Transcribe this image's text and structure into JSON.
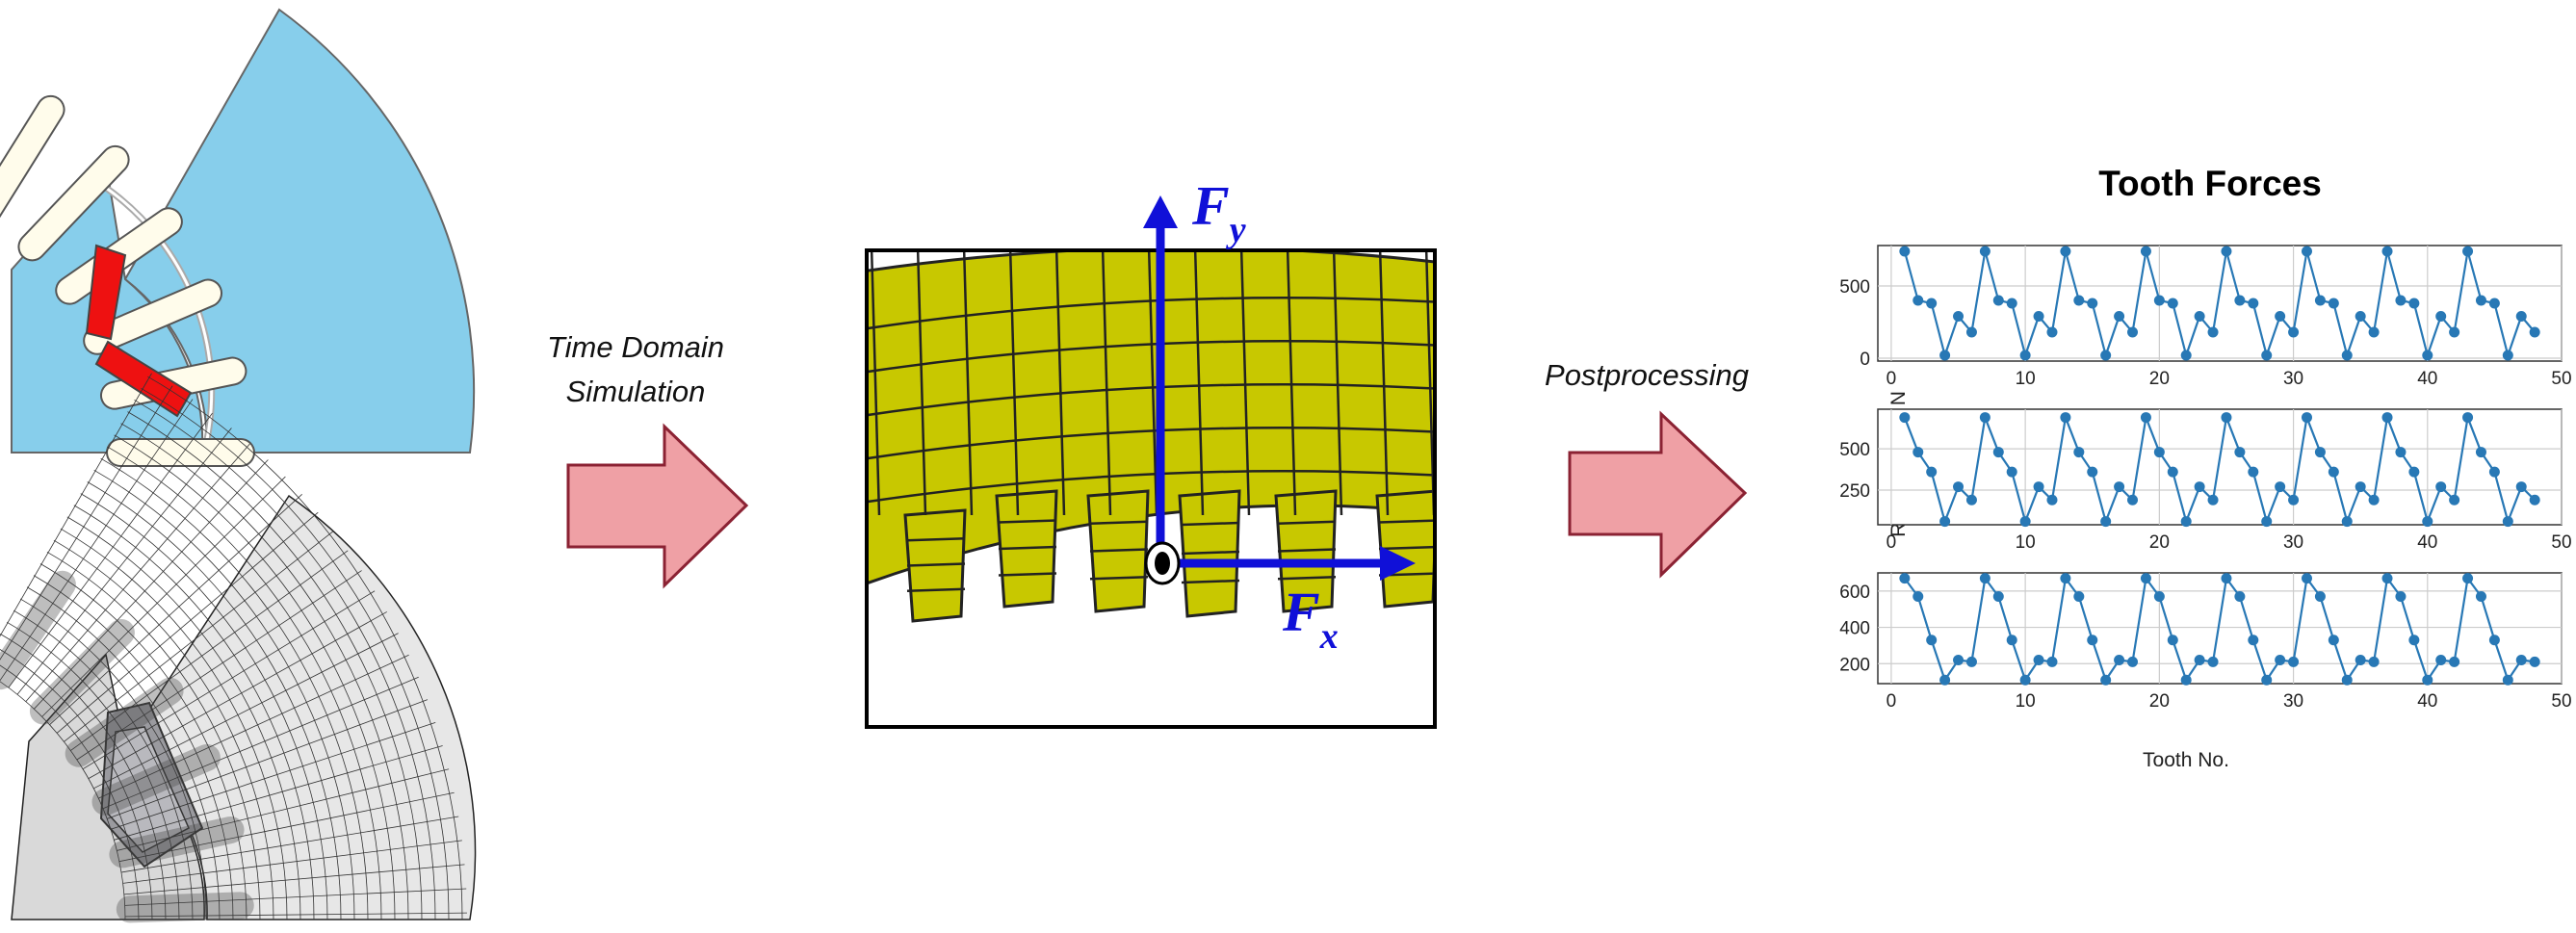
{
  "labels": {
    "time_domain": "Time Domain",
    "simulation": "Simulation",
    "postprocessing": "Postprocessing"
  },
  "force_vectors": {
    "fy_main": "F",
    "fy_sub": "y",
    "fx_main": "F",
    "fx_sub": "x"
  },
  "colors": {
    "motor_fill": "#87CEEB",
    "slot_fill": "#FFFCEB",
    "magnet_fill": "#EE1111",
    "mesh_fill": "#C8C800",
    "arrow_fill": "#EFA0A5",
    "arrow_stroke": "#8B2233",
    "force_blue": "#1010D8",
    "series_color": "#2878B5"
  },
  "chart_data": [
    {
      "type": "line",
      "title": "Tooth Forces",
      "xlabel": "Tooth No.",
      "ylabel": "Radial Force / N",
      "xlim": [
        -1,
        50
      ],
      "ylim": [
        -20,
        780
      ],
      "xticks": [
        0,
        10,
        20,
        30,
        40,
        50
      ],
      "yticks": [
        0,
        500
      ],
      "grid": true,
      "x": [
        1,
        2,
        3,
        4,
        5,
        6,
        7,
        8,
        9,
        10,
        11,
        12,
        13,
        14,
        15,
        16,
        17,
        18,
        19,
        20,
        21,
        22,
        23,
        24,
        25,
        26,
        27,
        28,
        29,
        30,
        31,
        32,
        33,
        34,
        35,
        36,
        37,
        38,
        39,
        40,
        41,
        42,
        43,
        44,
        45,
        46,
        47,
        48
      ],
      "y": [
        740,
        400,
        380,
        20,
        290,
        180,
        740,
        400,
        380,
        20,
        290,
        180,
        740,
        400,
        380,
        20,
        290,
        180,
        740,
        400,
        380,
        20,
        290,
        180,
        740,
        400,
        380,
        20,
        290,
        180,
        740,
        400,
        380,
        20,
        290,
        180,
        740,
        400,
        380,
        20,
        290,
        180,
        740,
        400,
        380,
        20,
        290,
        180
      ]
    },
    {
      "type": "line",
      "title": "",
      "xlabel": "",
      "ylabel": "",
      "xlim": [
        -1,
        50
      ],
      "ylim": [
        40,
        740
      ],
      "xticks": [
        0,
        10,
        20,
        30,
        40,
        50
      ],
      "yticks": [
        250,
        500
      ],
      "grid": true,
      "x": [
        1,
        2,
        3,
        4,
        5,
        6,
        7,
        8,
        9,
        10,
        11,
        12,
        13,
        14,
        15,
        16,
        17,
        18,
        19,
        20,
        21,
        22,
        23,
        24,
        25,
        26,
        27,
        28,
        29,
        30,
        31,
        32,
        33,
        34,
        35,
        36,
        37,
        38,
        39,
        40,
        41,
        42,
        43,
        44,
        45,
        46,
        47,
        48
      ],
      "y": [
        690,
        480,
        360,
        60,
        270,
        190,
        690,
        480,
        360,
        60,
        270,
        190,
        690,
        480,
        360,
        60,
        270,
        190,
        690,
        480,
        360,
        60,
        270,
        190,
        690,
        480,
        360,
        60,
        270,
        190,
        690,
        480,
        360,
        60,
        270,
        190,
        690,
        480,
        360,
        60,
        270,
        190,
        690,
        480,
        360,
        60,
        270,
        190
      ]
    },
    {
      "type": "line",
      "title": "",
      "xlabel": "",
      "ylabel": "",
      "xlim": [
        -1,
        50
      ],
      "ylim": [
        90,
        700
      ],
      "xticks": [
        0,
        10,
        20,
        30,
        40,
        50
      ],
      "yticks": [
        200,
        400,
        600
      ],
      "grid": true,
      "x": [
        1,
        2,
        3,
        4,
        5,
        6,
        7,
        8,
        9,
        10,
        11,
        12,
        13,
        14,
        15,
        16,
        17,
        18,
        19,
        20,
        21,
        22,
        23,
        24,
        25,
        26,
        27,
        28,
        29,
        30,
        31,
        32,
        33,
        34,
        35,
        36,
        37,
        38,
        39,
        40,
        41,
        42,
        43,
        44,
        45,
        46,
        47,
        48
      ],
      "y": [
        670,
        570,
        330,
        110,
        220,
        210,
        670,
        570,
        330,
        110,
        220,
        210,
        670,
        570,
        330,
        110,
        220,
        210,
        670,
        570,
        330,
        110,
        220,
        210,
        670,
        570,
        330,
        110,
        220,
        210,
        670,
        570,
        330,
        110,
        220,
        210,
        670,
        570,
        330,
        110,
        220,
        210,
        670,
        570,
        330,
        110,
        220,
        210
      ]
    }
  ]
}
